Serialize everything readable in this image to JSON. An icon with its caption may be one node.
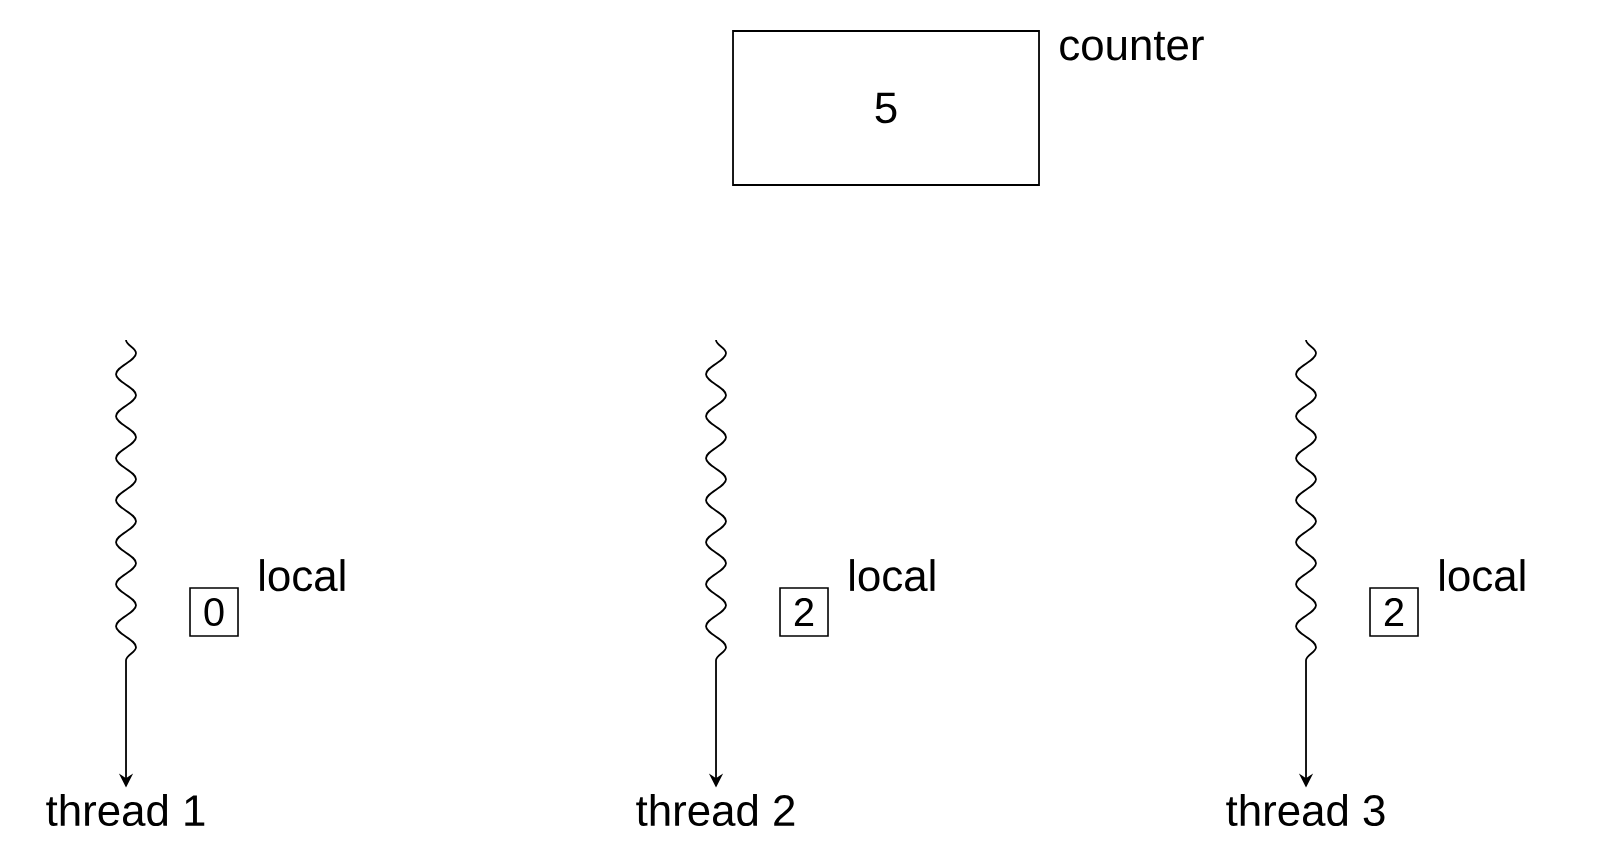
{
  "diagram": {
    "nodes": [
      {
        "text": [
          "5"
        ],
        "beside": [
          "counter"
        ]
      },
      {
        "text": [
          "0"
        ],
        "beside": [
          "local"
        ]
      },
      {
        "text": [
          "2"
        ],
        "beside": [
          "local"
        ]
      },
      {
        "text": [
          "2"
        ],
        "beside": [
          "local"
        ]
      },
      {
        "text": [
          "thread 1"
        ]
      },
      {
        "text": [
          "thread 2"
        ]
      },
      {
        "text": [
          "thread 3"
        ]
      }
    ],
    "edges": [
      {
        "from": null,
        "to": 4,
        "arrow": "to"
      },
      {
        "from": null,
        "to": 5,
        "arrow": "to"
      },
      {
        "from": null,
        "to": 6,
        "arrow": "to"
      }
    ]
  }
}
